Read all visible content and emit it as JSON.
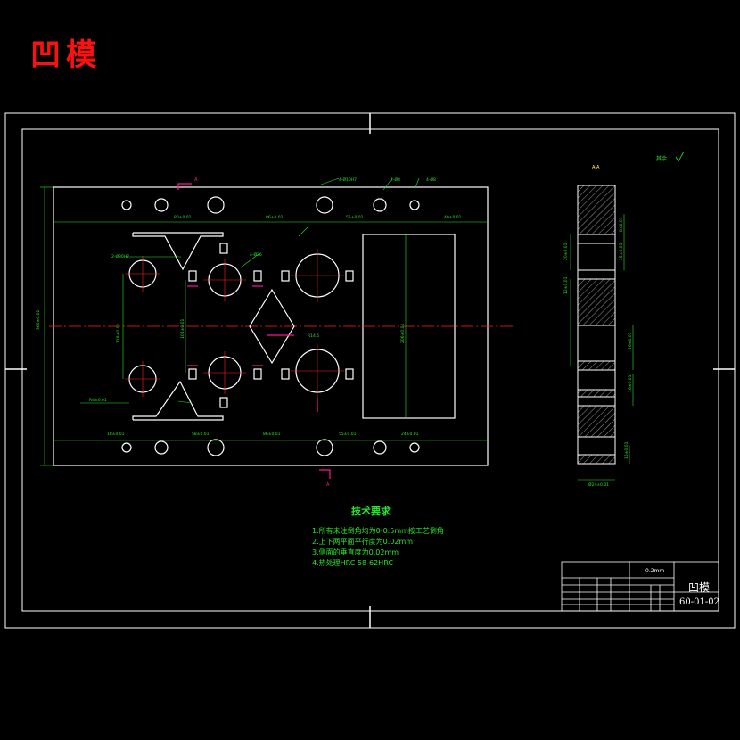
{
  "title": "凹模",
  "notes": {
    "heading": "技术要求",
    "items": [
      "1.所有未注倒角均为0-0.5mm按工艺倒角",
      "2.上下两平面平行度为0.02mm",
      "3.侧面的垂直度为0.02mm",
      "4.热处理HRC 58-62HRC"
    ]
  },
  "title_block": {
    "part_name": "凹模",
    "drawing_code": "60-01-02",
    "scale_label": "0.2mm"
  },
  "labels": {
    "section_a": "A",
    "section_view": "A-A",
    "roughness": "其余"
  },
  "colors": {
    "background": "#000000",
    "outline": "#ffffff",
    "dimension": "#28e628",
    "centerline": "#ff2020",
    "annotation": "#ff1493",
    "title": "#ff1010"
  }
}
